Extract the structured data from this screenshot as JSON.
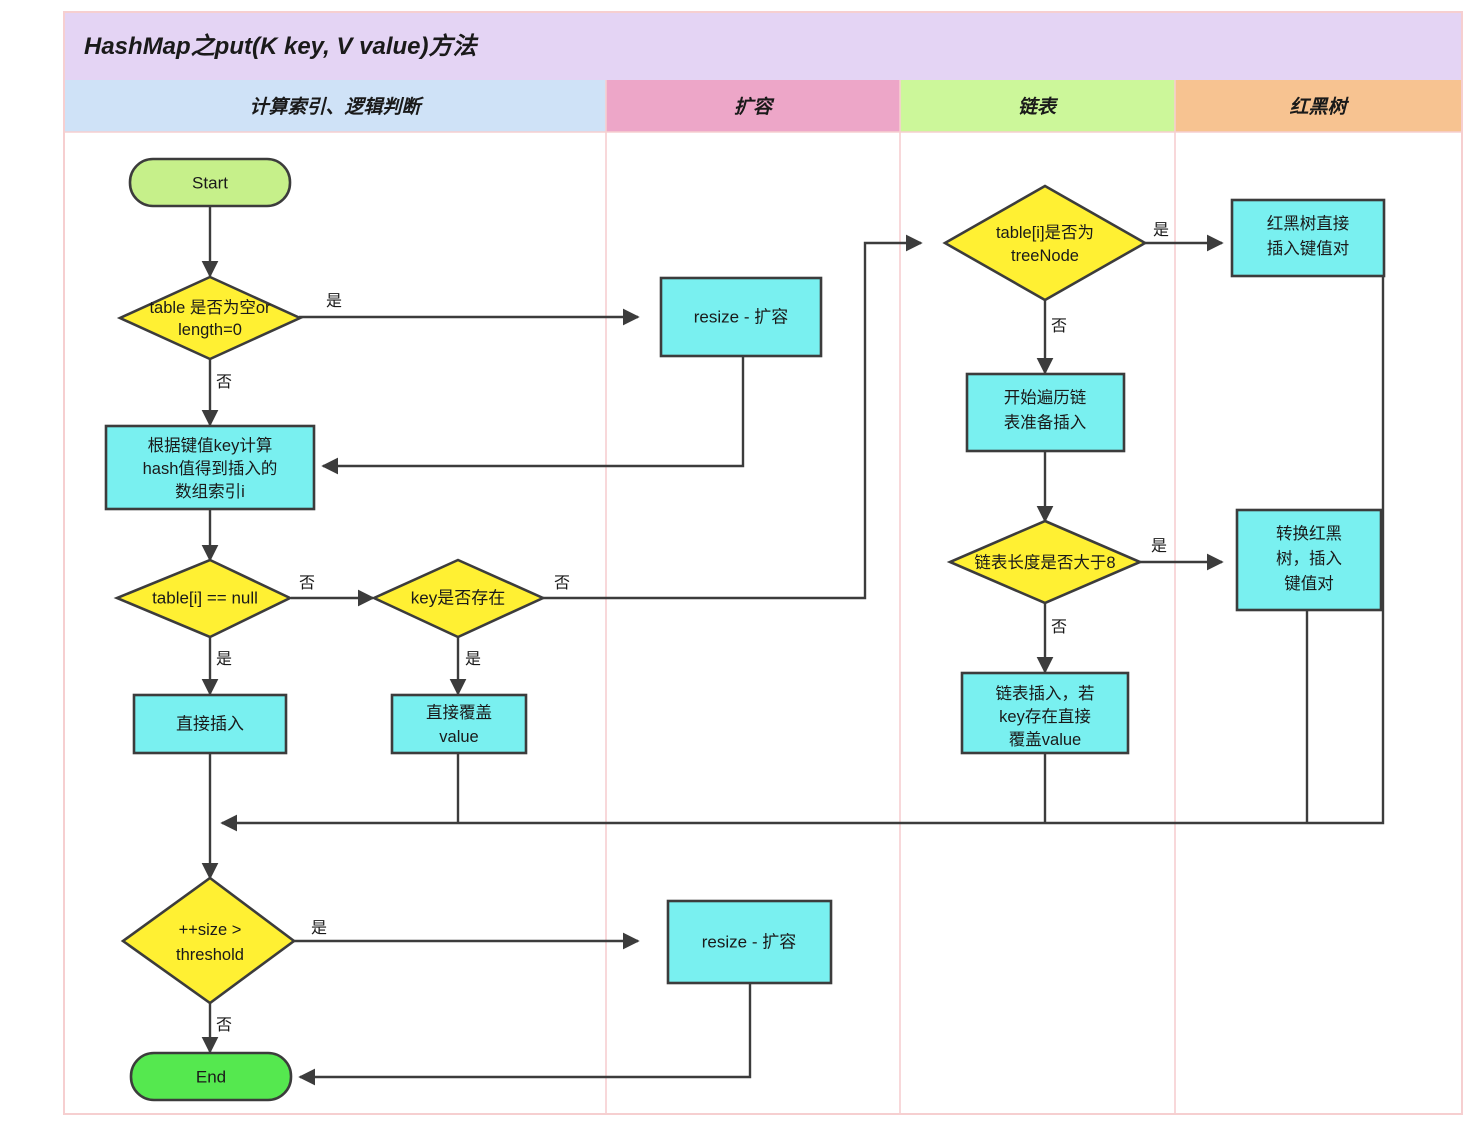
{
  "diagram": {
    "title": "HashMap之put(K key, V value)方法",
    "title_bg": "#e4d4f4",
    "border_color": "#f6cfd0",
    "canvas_bg": "#ffffff",
    "lanes": [
      {
        "id": "lane-calc",
        "label": "计算索引、逻辑判断",
        "bg": "#cfe2f7"
      },
      {
        "id": "lane-resize",
        "label": "扩容",
        "bg": "#eda6c8"
      },
      {
        "id": "lane-list",
        "label": "链表",
        "bg": "#ccf79a"
      },
      {
        "id": "lane-tree",
        "label": "红黑树",
        "bg": "#f7c391"
      }
    ],
    "colors": {
      "start_fill": "#c6f08a",
      "end_fill": "#55e84f",
      "decision_fill": "#fff033",
      "process_fill": "#79f0f0",
      "shape_stroke": "#3c3c3c",
      "edge_stroke": "#3c3c3c"
    },
    "nodes": [
      {
        "id": "start",
        "type": "terminator",
        "label": "Start"
      },
      {
        "id": "table-empty",
        "type": "decision",
        "label_lines": [
          "table 是否为空or",
          "length=0"
        ]
      },
      {
        "id": "resize-top",
        "type": "process",
        "label_lines": [
          "resize - 扩容"
        ]
      },
      {
        "id": "calc-hash",
        "type": "process",
        "label_lines": [
          "根据键值key计算",
          "hash值得到插入的",
          "数组索引i"
        ]
      },
      {
        "id": "table-i-null",
        "type": "decision",
        "label_lines": [
          "table[i] == null"
        ]
      },
      {
        "id": "key-exists",
        "type": "decision",
        "label_lines": [
          "key是否存在"
        ]
      },
      {
        "id": "direct-insert",
        "type": "process",
        "label_lines": [
          "直接插入"
        ]
      },
      {
        "id": "overwrite",
        "type": "process",
        "label_lines": [
          "直接覆盖",
          "value"
        ]
      },
      {
        "id": "is-treenode",
        "type": "decision",
        "label_lines": [
          "table[i]是否为",
          "treeNode"
        ]
      },
      {
        "id": "traverse",
        "type": "process",
        "label_lines": [
          "开始遍历链",
          "表准备插入"
        ]
      },
      {
        "id": "len-gt-8",
        "type": "decision",
        "label_lines": [
          "链表长度是否大于8"
        ]
      },
      {
        "id": "list-insert",
        "type": "process",
        "label_lines": [
          "链表插入，若",
          "key存在直接",
          "覆盖value"
        ]
      },
      {
        "id": "tree-insert",
        "type": "process",
        "label_lines": [
          "红黑树直接",
          "插入键值对"
        ]
      },
      {
        "id": "to-tree",
        "type": "process",
        "label_lines": [
          "转换红黑",
          "树，插入",
          "键值对"
        ]
      },
      {
        "id": "size-gt-thr",
        "type": "decision",
        "label_lines": [
          "++size >",
          "threshold"
        ]
      },
      {
        "id": "resize-bottom",
        "type": "process",
        "label_lines": [
          "resize - 扩容"
        ]
      },
      {
        "id": "end",
        "type": "terminator",
        "label": "End"
      }
    ],
    "edge_labels": {
      "table_empty_yes": "是",
      "table_empty_no": "否",
      "table_i_null_no": "否",
      "table_i_null_yes": "是",
      "key_exists_no": "否",
      "key_exists_yes": "是",
      "is_treenode_yes": "是",
      "is_treenode_no": "否",
      "len_gt8_yes": "是",
      "len_gt8_no": "否",
      "size_gt_thr_yes": "是",
      "size_gt_thr_no": "否"
    }
  }
}
